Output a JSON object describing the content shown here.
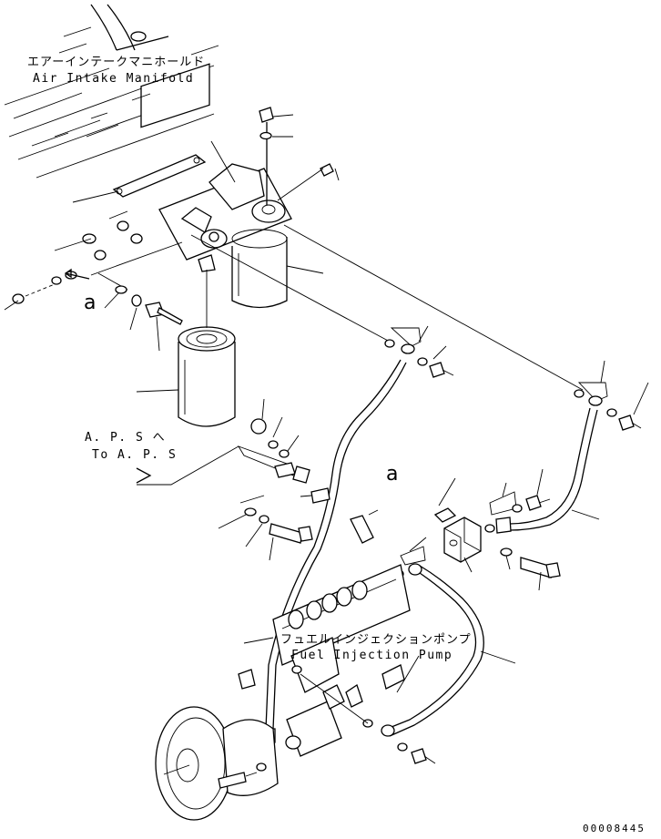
{
  "labels": {
    "air_intake_jp": "エアーインテークマニホールド",
    "air_intake_en": "Air Intake Manifold",
    "aps_jp": "A. P. S へ",
    "aps_en": "To A. P. S",
    "fuel_pump_jp": "フュエルインジェクションポンプ",
    "fuel_pump_en": "Fuel Injection Pump",
    "ref_a_left": "a",
    "ref_a_right": "a",
    "drawing_number": "00008445"
  }
}
